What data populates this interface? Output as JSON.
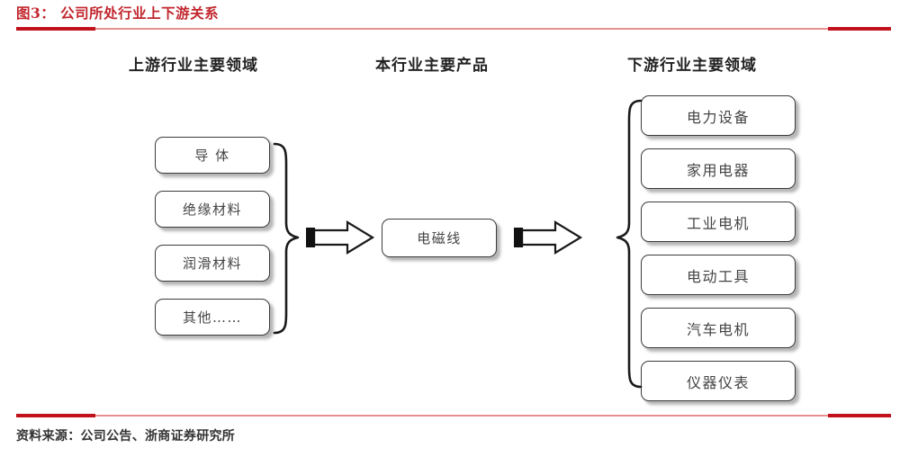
{
  "figure": {
    "title": "图3：  公司所处行业上下游关系",
    "source": "资料来源：公司公告、浙商证券研究所"
  },
  "colors": {
    "title_red": "#c1262d",
    "rule_thick_red": "#c1121c",
    "rule_thin_red": "#e8908f",
    "box_border": "#3b3b3b",
    "box_text": "#444444"
  },
  "columns": {
    "upstream": {
      "heading": "上游行业主要领域",
      "items": [
        {
          "label": "导 体"
        },
        {
          "label": "绝缘材料"
        },
        {
          "label": "润滑材料"
        },
        {
          "label": "其他……"
        }
      ]
    },
    "industry": {
      "heading": "本行业主要产品",
      "items": [
        {
          "label": "电磁线"
        }
      ]
    },
    "downstream": {
      "heading": "下游行业主要领域",
      "items": [
        {
          "label": "电力设备"
        },
        {
          "label": "家用电器"
        },
        {
          "label": "工业电机"
        },
        {
          "label": "电动工具"
        },
        {
          "label": "汽车电机"
        },
        {
          "label": "仪器仪表"
        }
      ]
    }
  },
  "flow": {
    "arrow_left_direction": "right",
    "arrow_right_direction": "right",
    "brace_left": "right-pointing-brace",
    "brace_right": "left-pointing-brace"
  }
}
